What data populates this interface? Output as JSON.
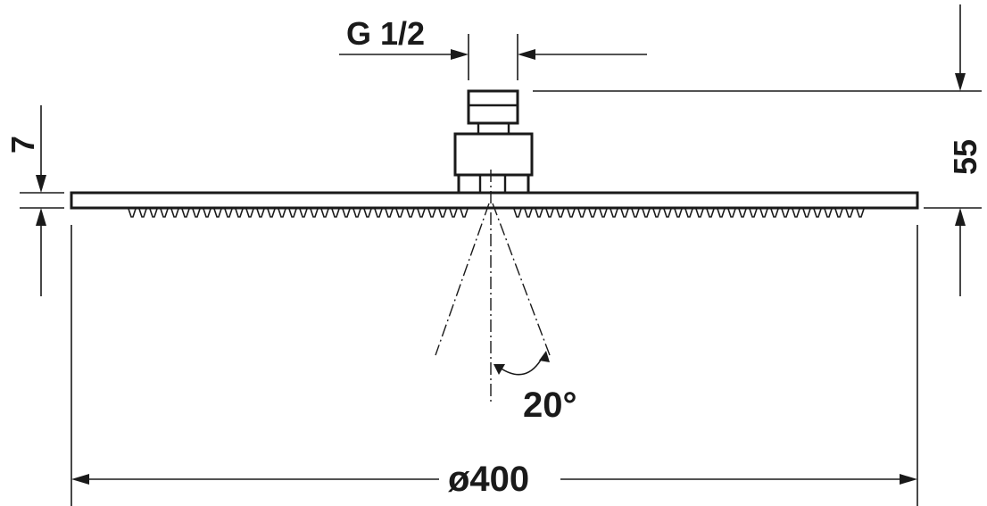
{
  "dimensions": {
    "thread": "G 1/2",
    "plate_thickness": "7",
    "total_height": "55",
    "spray_angle": "20°",
    "diameter": "ø400"
  }
}
